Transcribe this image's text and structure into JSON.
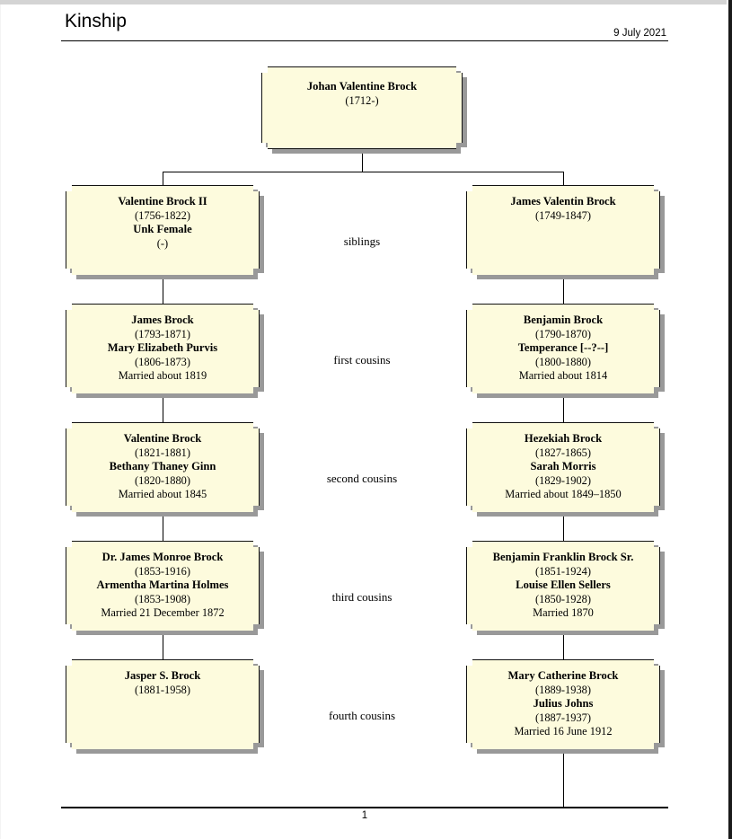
{
  "header": {
    "title": "Kinship",
    "date": "9 July 2021"
  },
  "footer": {
    "page_number": "1"
  },
  "theme": {
    "box_fill": "#fdfbdd",
    "box_border": "#111111",
    "box_shadow": "#999999",
    "line": "#000000",
    "page_bg": "#ffffff"
  },
  "root": {
    "name": "Johan Valentine Brock",
    "dates": "(1712-)"
  },
  "relations": [
    {
      "label": "siblings"
    },
    {
      "label": "first cousins"
    },
    {
      "label": "second cousins"
    },
    {
      "label": "third cousins"
    },
    {
      "label": "fourth cousins"
    }
  ],
  "left_column": [
    {
      "name": "Valentine Brock II",
      "dates": "(1756-1822)",
      "spouse_name": "Unk Female",
      "spouse_dates": "(-)",
      "marriage": ""
    },
    {
      "name": "James Brock",
      "dates": "(1793-1871)",
      "spouse_name": "Mary Elizabeth Purvis",
      "spouse_dates": "(1806-1873)",
      "marriage": "Married about 1819"
    },
    {
      "name": "Valentine Brock",
      "dates": "(1821-1881)",
      "spouse_name": "Bethany Thaney Ginn",
      "spouse_dates": "(1820-1880)",
      "marriage": "Married about 1845"
    },
    {
      "name": "Dr. James Monroe Brock",
      "dates": "(1853-1916)",
      "spouse_name": "Armentha Martina Holmes",
      "spouse_dates": "(1853-1908)",
      "marriage": "Married 21 December 1872"
    },
    {
      "name": "Jasper S. Brock",
      "dates": "(1881-1958)",
      "spouse_name": "",
      "spouse_dates": "",
      "marriage": ""
    }
  ],
  "right_column": [
    {
      "name": "James Valentin Brock",
      "dates": "(1749-1847)",
      "spouse_name": "",
      "spouse_dates": "",
      "marriage": ""
    },
    {
      "name": "Benjamin Brock",
      "dates": "(1790-1870)",
      "spouse_name": "Temperance [--?--]",
      "spouse_dates": "(1800-1880)",
      "marriage": "Married about 1814"
    },
    {
      "name": "Hezekiah Brock",
      "dates": "(1827-1865)",
      "spouse_name": "Sarah Morris",
      "spouse_dates": "(1829-1902)",
      "marriage": "Married about 1849–1850"
    },
    {
      "name": "Benjamin Franklin Brock Sr.",
      "dates": "(1851-1924)",
      "spouse_name": "Louise Ellen Sellers",
      "spouse_dates": "(1850-1928)",
      "marriage": "Married 1870"
    },
    {
      "name": "Mary Catherine Brock",
      "dates": "(1889-1938)",
      "spouse_name": "Julius Johns",
      "spouse_dates": "(1887-1937)",
      "marriage": "Married 16 June 1912"
    }
  ]
}
